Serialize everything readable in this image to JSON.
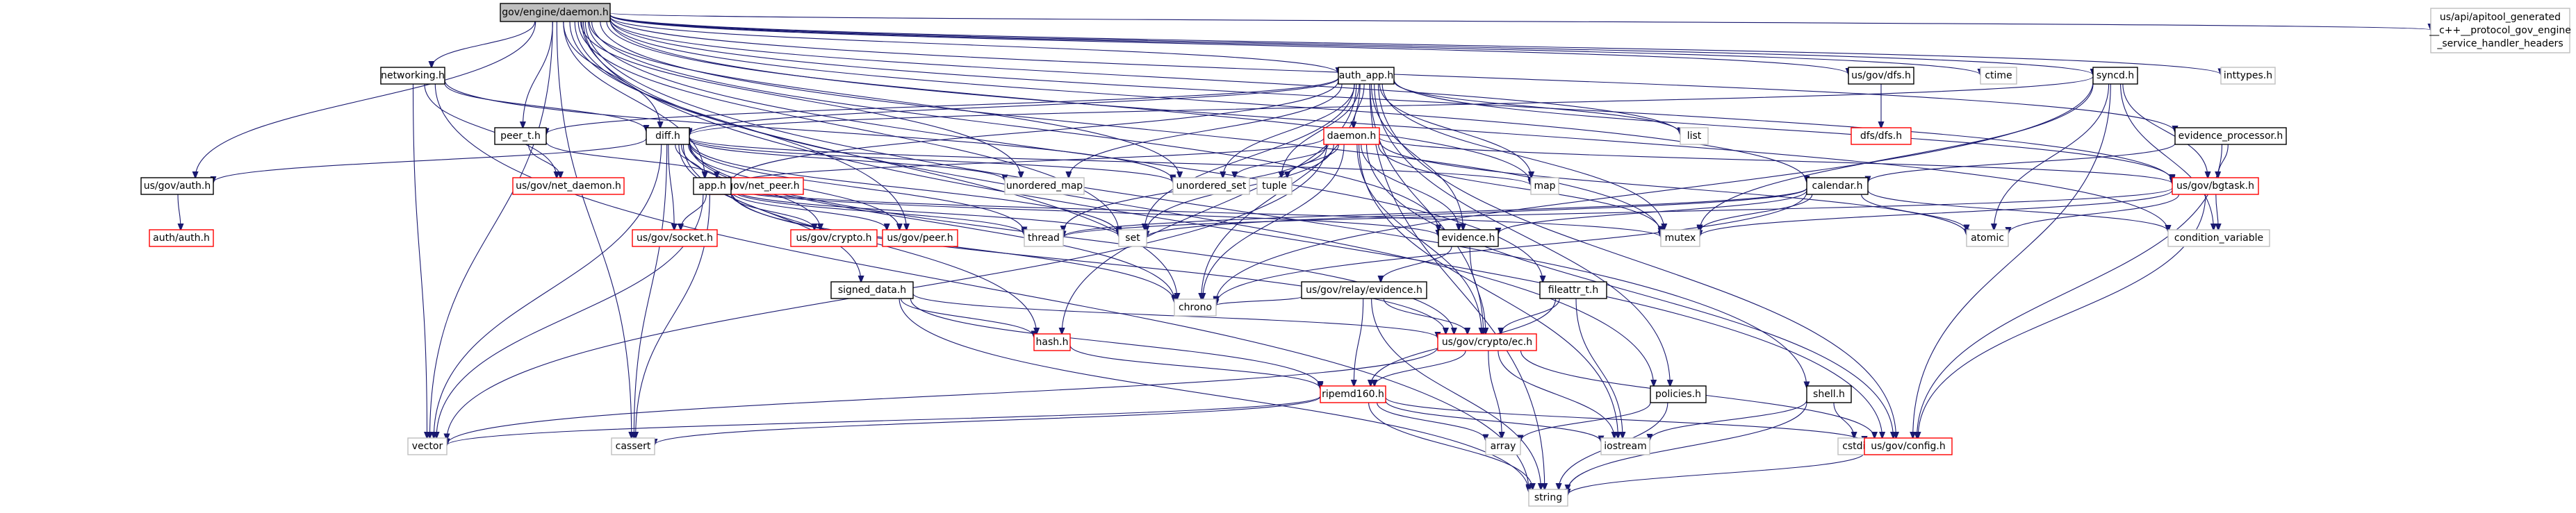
{
  "colors": {
    "root_fill": "#bfbfbf",
    "node_border": "#000000",
    "documented_border": "#ff0000",
    "external_border": "#bfbfbf",
    "node_fill": "#ffffff",
    "edge": "#191970",
    "text": "#000000"
  },
  "nodes": [
    {
      "id": "root",
      "label": "gov/engine/daemon.h",
      "kind": "root",
      "interactable": false
    },
    {
      "id": "networking",
      "label": "networking.h",
      "kind": "node",
      "interactable": true
    },
    {
      "id": "auth_app",
      "label": "auth_app.h",
      "kind": "node",
      "interactable": true
    },
    {
      "id": "usgov_dfs",
      "label": "us/gov/dfs.h",
      "kind": "node",
      "interactable": true
    },
    {
      "id": "ctime",
      "label": "ctime",
      "kind": "external",
      "interactable": false
    },
    {
      "id": "syncd",
      "label": "syncd.h",
      "kind": "node",
      "interactable": true
    },
    {
      "id": "inttypes",
      "label": "inttypes.h",
      "kind": "external",
      "interactable": false
    },
    {
      "id": "apitool",
      "label": "us/api/apitool_generated\n__c++__protocol_gov_engine\n_service_handler_headers",
      "kind": "external",
      "interactable": false
    },
    {
      "id": "peer_t",
      "label": "peer_t.h",
      "kind": "node",
      "interactable": true
    },
    {
      "id": "diff",
      "label": "diff.h",
      "kind": "node",
      "interactable": true
    },
    {
      "id": "daemon",
      "label": "daemon.h",
      "kind": "documented",
      "interactable": true
    },
    {
      "id": "list",
      "label": "list",
      "kind": "external",
      "interactable": false
    },
    {
      "id": "dfs_dfs",
      "label": "dfs/dfs.h",
      "kind": "documented",
      "interactable": true
    },
    {
      "id": "evidence_processor",
      "label": "evidence_processor.h",
      "kind": "node",
      "interactable": true
    },
    {
      "id": "usgov_auth",
      "label": "us/gov/auth.h",
      "kind": "node",
      "interactable": true
    },
    {
      "id": "net_daemon",
      "label": "us/gov/net_daemon.h",
      "kind": "documented",
      "interactable": true
    },
    {
      "id": "net_peer",
      "label": "us/gov/net_peer.h",
      "kind": "documented",
      "interactable": true
    },
    {
      "id": "unordered_map",
      "label": "unordered_map",
      "kind": "external",
      "interactable": false
    },
    {
      "id": "unordered_set",
      "label": "unordered_set",
      "kind": "external",
      "interactable": false
    },
    {
      "id": "tuple",
      "label": "tuple",
      "kind": "external",
      "interactable": false
    },
    {
      "id": "map",
      "label": "map",
      "kind": "external",
      "interactable": false
    },
    {
      "id": "calendar",
      "label": "calendar.h",
      "kind": "node",
      "interactable": true
    },
    {
      "id": "bgtask",
      "label": "us/gov/bgtask.h",
      "kind": "documented",
      "interactable": true
    },
    {
      "id": "auth_auth",
      "label": "auth/auth.h",
      "kind": "documented",
      "interactable": true
    },
    {
      "id": "app",
      "label": "app.h",
      "kind": "node",
      "interactable": true
    },
    {
      "id": "evidence",
      "label": "evidence.h",
      "kind": "node",
      "interactable": true
    },
    {
      "id": "socket",
      "label": "us/gov/socket.h",
      "kind": "documented",
      "interactable": true
    },
    {
      "id": "crypto_h",
      "label": "us/gov/crypto.h",
      "kind": "documented",
      "interactable": true
    },
    {
      "id": "peer_h",
      "label": "us/gov/peer.h",
      "kind": "documented",
      "interactable": true
    },
    {
      "id": "thread",
      "label": "thread",
      "kind": "external",
      "interactable": false
    },
    {
      "id": "set",
      "label": "set",
      "kind": "external",
      "interactable": false
    },
    {
      "id": "mutex",
      "label": "mutex",
      "kind": "external",
      "interactable": false
    },
    {
      "id": "atomic",
      "label": "atomic",
      "kind": "external",
      "interactable": false
    },
    {
      "id": "condvar",
      "label": "condition_variable",
      "kind": "external",
      "interactable": false
    },
    {
      "id": "signed_data",
      "label": "signed_data.h",
      "kind": "node",
      "interactable": true
    },
    {
      "id": "relay_evidence",
      "label": "us/gov/relay/evidence.h",
      "kind": "node",
      "interactable": true
    },
    {
      "id": "fileattr",
      "label": "fileattr_t.h",
      "kind": "node",
      "interactable": true
    },
    {
      "id": "chrono",
      "label": "chrono",
      "kind": "external",
      "interactable": false
    },
    {
      "id": "hash",
      "label": "hash.h",
      "kind": "documented",
      "interactable": true
    },
    {
      "id": "ec",
      "label": "us/gov/crypto/ec.h",
      "kind": "documented",
      "interactable": true
    },
    {
      "id": "ripemd",
      "label": "ripemd160.h",
      "kind": "documented",
      "interactable": true
    },
    {
      "id": "policies",
      "label": "policies.h",
      "kind": "node",
      "interactable": true
    },
    {
      "id": "shell",
      "label": "shell.h",
      "kind": "node",
      "interactable": true
    },
    {
      "id": "cstdint",
      "label": "cstdint",
      "kind": "external",
      "interactable": false
    },
    {
      "id": "vector",
      "label": "vector",
      "kind": "external",
      "interactable": false
    },
    {
      "id": "cassert",
      "label": "cassert",
      "kind": "external",
      "interactable": false
    },
    {
      "id": "array",
      "label": "array",
      "kind": "external",
      "interactable": false
    },
    {
      "id": "iostream",
      "label": "iostream",
      "kind": "external",
      "interactable": false
    },
    {
      "id": "config",
      "label": "us/gov/config.h",
      "kind": "documented",
      "interactable": true
    },
    {
      "id": "string",
      "label": "string",
      "kind": "external",
      "interactable": false
    }
  ],
  "edges": [
    [
      "root",
      "networking"
    ],
    [
      "root",
      "auth_app"
    ],
    [
      "root",
      "usgov_dfs"
    ],
    [
      "root",
      "ctime"
    ],
    [
      "root",
      "syncd"
    ],
    [
      "root",
      "inttypes"
    ],
    [
      "root",
      "apitool"
    ],
    [
      "root",
      "peer_t"
    ],
    [
      "root",
      "diff"
    ],
    [
      "root",
      "list"
    ],
    [
      "root",
      "evidence_processor"
    ],
    [
      "root",
      "usgov_auth"
    ],
    [
      "root",
      "unordered_map"
    ],
    [
      "root",
      "unordered_set"
    ],
    [
      "root",
      "map"
    ],
    [
      "root",
      "calendar"
    ],
    [
      "root",
      "bgtask"
    ],
    [
      "root",
      "app"
    ],
    [
      "root",
      "evidence"
    ],
    [
      "root",
      "set"
    ],
    [
      "root",
      "mutex"
    ],
    [
      "root",
      "condvar"
    ],
    [
      "root",
      "fileattr"
    ],
    [
      "root",
      "chrono"
    ],
    [
      "root",
      "policies"
    ],
    [
      "root",
      "shell"
    ],
    [
      "root",
      "vector"
    ],
    [
      "root",
      "cassert"
    ],
    [
      "root",
      "config"
    ],
    [
      "root",
      "peer_h"
    ],
    [
      "networking",
      "diff"
    ],
    [
      "networking",
      "net_daemon"
    ],
    [
      "networking",
      "vector"
    ],
    [
      "networking",
      "string"
    ],
    [
      "networking",
      "unordered_set"
    ],
    [
      "auth_app",
      "peer_t"
    ],
    [
      "auth_app",
      "diff"
    ],
    [
      "auth_app",
      "daemon"
    ],
    [
      "auth_app",
      "list"
    ],
    [
      "auth_app",
      "unordered_map"
    ],
    [
      "auth_app",
      "unordered_set"
    ],
    [
      "auth_app",
      "tuple"
    ],
    [
      "auth_app",
      "map"
    ],
    [
      "auth_app",
      "app"
    ],
    [
      "auth_app",
      "evidence"
    ],
    [
      "auth_app",
      "set"
    ],
    [
      "auth_app",
      "mutex"
    ],
    [
      "auth_app",
      "chrono"
    ],
    [
      "auth_app",
      "hash"
    ],
    [
      "auth_app",
      "ec"
    ],
    [
      "auth_app",
      "policies"
    ],
    [
      "auth_app",
      "string"
    ],
    [
      "auth_app",
      "config"
    ],
    [
      "auth_app",
      "bgtask"
    ],
    [
      "usgov_dfs",
      "dfs_dfs"
    ],
    [
      "syncd",
      "diff"
    ],
    [
      "syncd",
      "bgtask"
    ],
    [
      "syncd",
      "mutex"
    ],
    [
      "syncd",
      "atomic"
    ],
    [
      "syncd",
      "condvar"
    ],
    [
      "syncd",
      "config"
    ],
    [
      "syncd",
      "chrono"
    ],
    [
      "peer_t",
      "net_daemon"
    ],
    [
      "peer_t",
      "net_peer"
    ],
    [
      "diff",
      "usgov_auth"
    ],
    [
      "diff",
      "app"
    ],
    [
      "diff",
      "unordered_map"
    ],
    [
      "diff",
      "unordered_set"
    ],
    [
      "diff",
      "map"
    ],
    [
      "diff",
      "thread"
    ],
    [
      "diff",
      "set"
    ],
    [
      "diff",
      "socket"
    ],
    [
      "diff",
      "crypto_h"
    ],
    [
      "diff",
      "peer_h"
    ],
    [
      "diff",
      "signed_data"
    ],
    [
      "diff",
      "hash"
    ],
    [
      "diff",
      "vector"
    ],
    [
      "diff",
      "cassert"
    ],
    [
      "diff",
      "ec"
    ],
    [
      "diff",
      "chrono"
    ],
    [
      "daemon",
      "unordered_set"
    ],
    [
      "daemon",
      "tuple"
    ],
    [
      "daemon",
      "app"
    ],
    [
      "daemon",
      "evidence"
    ],
    [
      "daemon",
      "thread"
    ],
    [
      "daemon",
      "set"
    ],
    [
      "daemon",
      "mutex"
    ],
    [
      "daemon",
      "bgtask"
    ],
    [
      "daemon",
      "chrono"
    ],
    [
      "daemon",
      "ec"
    ],
    [
      "daemon",
      "iostream"
    ],
    [
      "daemon",
      "config"
    ],
    [
      "daemon",
      "vector"
    ],
    [
      "daemon",
      "atomic"
    ],
    [
      "evidence_processor",
      "calendar"
    ],
    [
      "evidence_processor",
      "bgtask"
    ],
    [
      "evidence_processor",
      "config"
    ],
    [
      "usgov_auth",
      "auth_auth"
    ],
    [
      "calendar",
      "evidence"
    ],
    [
      "calendar",
      "thread"
    ],
    [
      "calendar",
      "set"
    ],
    [
      "calendar",
      "mutex"
    ],
    [
      "calendar",
      "atomic"
    ],
    [
      "calendar",
      "condvar"
    ],
    [
      "calendar",
      "chrono"
    ],
    [
      "bgtask",
      "thread"
    ],
    [
      "bgtask",
      "mutex"
    ],
    [
      "bgtask",
      "atomic"
    ],
    [
      "bgtask",
      "condvar"
    ],
    [
      "bgtask",
      "config"
    ],
    [
      "app",
      "socket"
    ],
    [
      "app",
      "crypto_h"
    ],
    [
      "app",
      "peer_h"
    ],
    [
      "app",
      "thread"
    ],
    [
      "app",
      "set"
    ],
    [
      "app",
      "mutex"
    ],
    [
      "app",
      "evidence"
    ],
    [
      "app",
      "vector"
    ],
    [
      "app",
      "cassert"
    ],
    [
      "app",
      "chrono"
    ],
    [
      "app",
      "ec"
    ],
    [
      "evidence",
      "relay_evidence"
    ],
    [
      "evidence",
      "ec"
    ],
    [
      "signed_data",
      "hash"
    ],
    [
      "signed_data",
      "ec"
    ],
    [
      "signed_data",
      "ripemd"
    ],
    [
      "signed_data",
      "string"
    ],
    [
      "relay_evidence",
      "chrono"
    ],
    [
      "relay_evidence",
      "ec"
    ],
    [
      "relay_evidence",
      "ripemd"
    ],
    [
      "relay_evidence",
      "string"
    ],
    [
      "fileattr",
      "ec"
    ],
    [
      "fileattr",
      "ripemd"
    ],
    [
      "fileattr",
      "iostream"
    ],
    [
      "hash",
      "ripemd"
    ],
    [
      "ec",
      "ripemd"
    ],
    [
      "ec",
      "vector"
    ],
    [
      "ec",
      "array"
    ],
    [
      "ec",
      "iostream"
    ],
    [
      "ec",
      "config"
    ],
    [
      "ripemd",
      "vector"
    ],
    [
      "ripemd",
      "cassert"
    ],
    [
      "ripemd",
      "array"
    ],
    [
      "ripemd",
      "iostream"
    ],
    [
      "ripemd",
      "string"
    ],
    [
      "ripemd",
      "config"
    ],
    [
      "policies",
      "array"
    ],
    [
      "policies",
      "string"
    ],
    [
      "shell",
      "cstdint"
    ],
    [
      "shell",
      "iostream"
    ],
    [
      "shell",
      "string"
    ],
    [
      "config",
      "string"
    ]
  ]
}
